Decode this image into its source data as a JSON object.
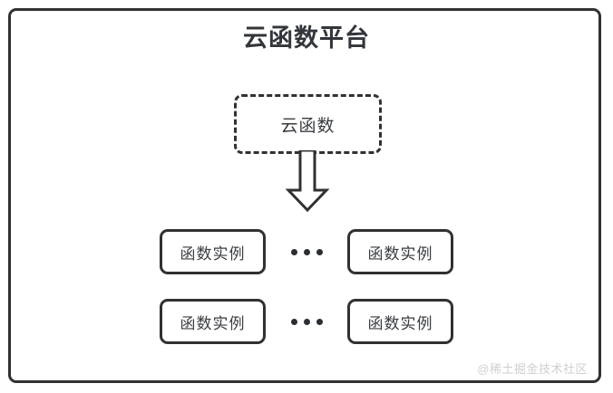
{
  "diagram": {
    "title": "云函数平台",
    "cloud_function": {
      "label": "云函数",
      "style": "dashed-rounded-box"
    },
    "arrow": {
      "name": "down-block-arrow",
      "direction": "down"
    },
    "ellipsis": "•••",
    "instance_rows": [
      {
        "left": {
          "label": "函数实例"
        },
        "separator": "•••",
        "right": {
          "label": "函数实例"
        }
      },
      {
        "left": {
          "label": "函数实例"
        },
        "separator": "•••",
        "right": {
          "label": "函数实例"
        }
      }
    ],
    "watermark": "@稀土掘金技术社区",
    "colors": {
      "stroke": "#2f3133",
      "text": "#3a3d42",
      "title": "#32353a",
      "background": "#ffffff",
      "watermark": "#cdcfd2"
    }
  }
}
